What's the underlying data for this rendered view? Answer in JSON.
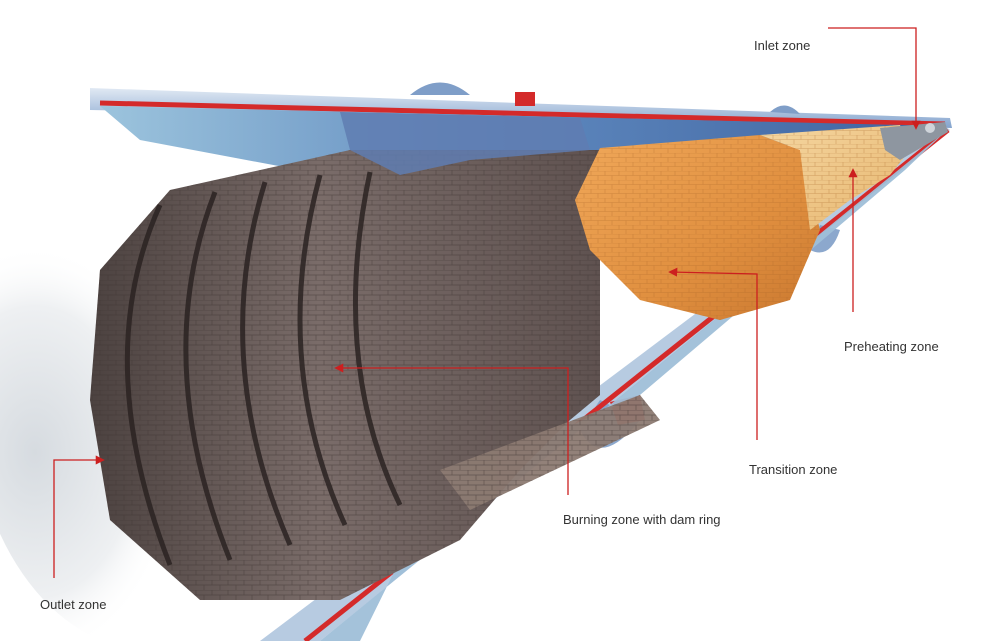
{
  "diagram": {
    "labels": {
      "inlet": "Inlet zone",
      "preheating": "Preheating zone",
      "transition": "Transition zone",
      "burning": "Burning zone with dam ring",
      "outlet": "Outlet zone"
    },
    "colors": {
      "shell_red": "#d42a2a",
      "annotation_red": "#cc1f1f",
      "insulation_blue": "#6f97c4",
      "burning_brick": "#6b5d5a",
      "transition_brick": "#e39a4c",
      "preheating_brick": "#f1c98b",
      "outer_shell": "#8fb0d6"
    }
  }
}
